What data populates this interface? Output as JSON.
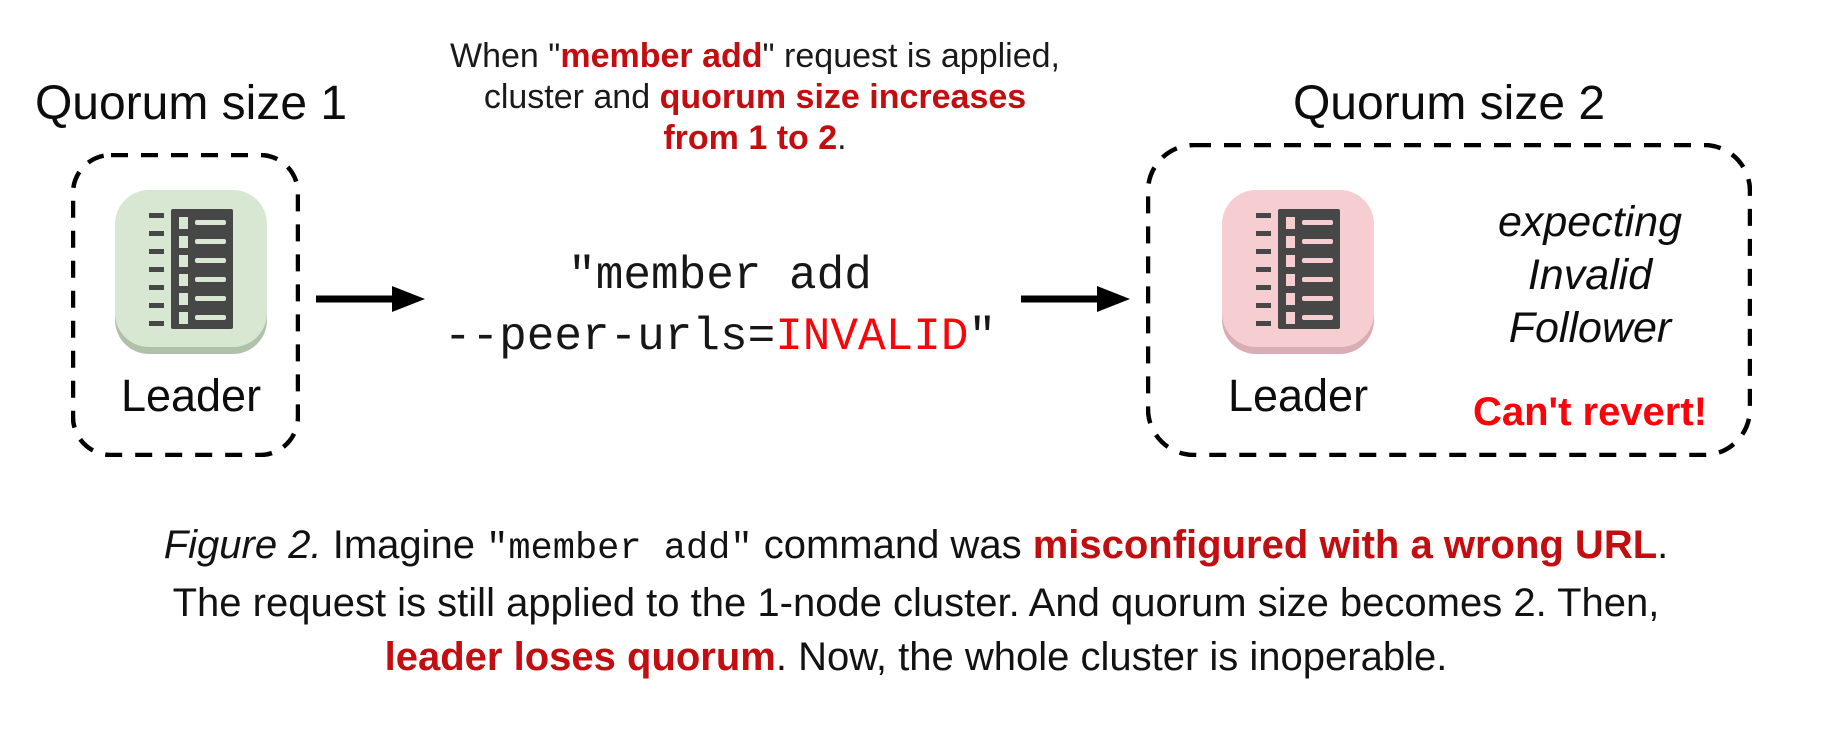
{
  "top_note": {
    "line1_pre": "When \"",
    "line1_em": "member add",
    "line1_post": "\" request is applied,",
    "line2_pre": "cluster and ",
    "line2_em": "quorum size increases",
    "line3_em": "from 1 to 2",
    "line3_post": "."
  },
  "left_cluster": {
    "title": "Quorum size 1",
    "node_label": "Leader"
  },
  "right_cluster": {
    "title": "Quorum size 2",
    "node_label": "Leader",
    "status_lines": [
      "expecting",
      "Invalid",
      "Follower"
    ],
    "warning": "Can't revert!"
  },
  "command": {
    "line1": "\"member add",
    "line2_pre": "--peer-urls=",
    "line2_em": "INVALID",
    "line2_post": "\""
  },
  "caption": {
    "figure_label": "Figure 2.",
    "l1_pre": " Imagine ",
    "l1_code": "\"member add\"",
    "l1_mid": " command was ",
    "l1_em": "misconfigured with a wrong URL",
    "l1_post": ".",
    "l2": "The request is still applied to the 1-node cluster. And quorum size becomes 2. Then,",
    "l3_em": "leader loses quorum",
    "l3_post": ". Now, the whole cluster is inoperable."
  },
  "colors": {
    "emphasis_red": "#c20d11",
    "bright_red": "#fb0409",
    "node_green": "#d8e7d2",
    "node_green_shadow": "#afc2a9",
    "node_pink": "#f6ced1",
    "node_pink_shadow": "#d9adb3",
    "icon_dark": "#474747"
  }
}
